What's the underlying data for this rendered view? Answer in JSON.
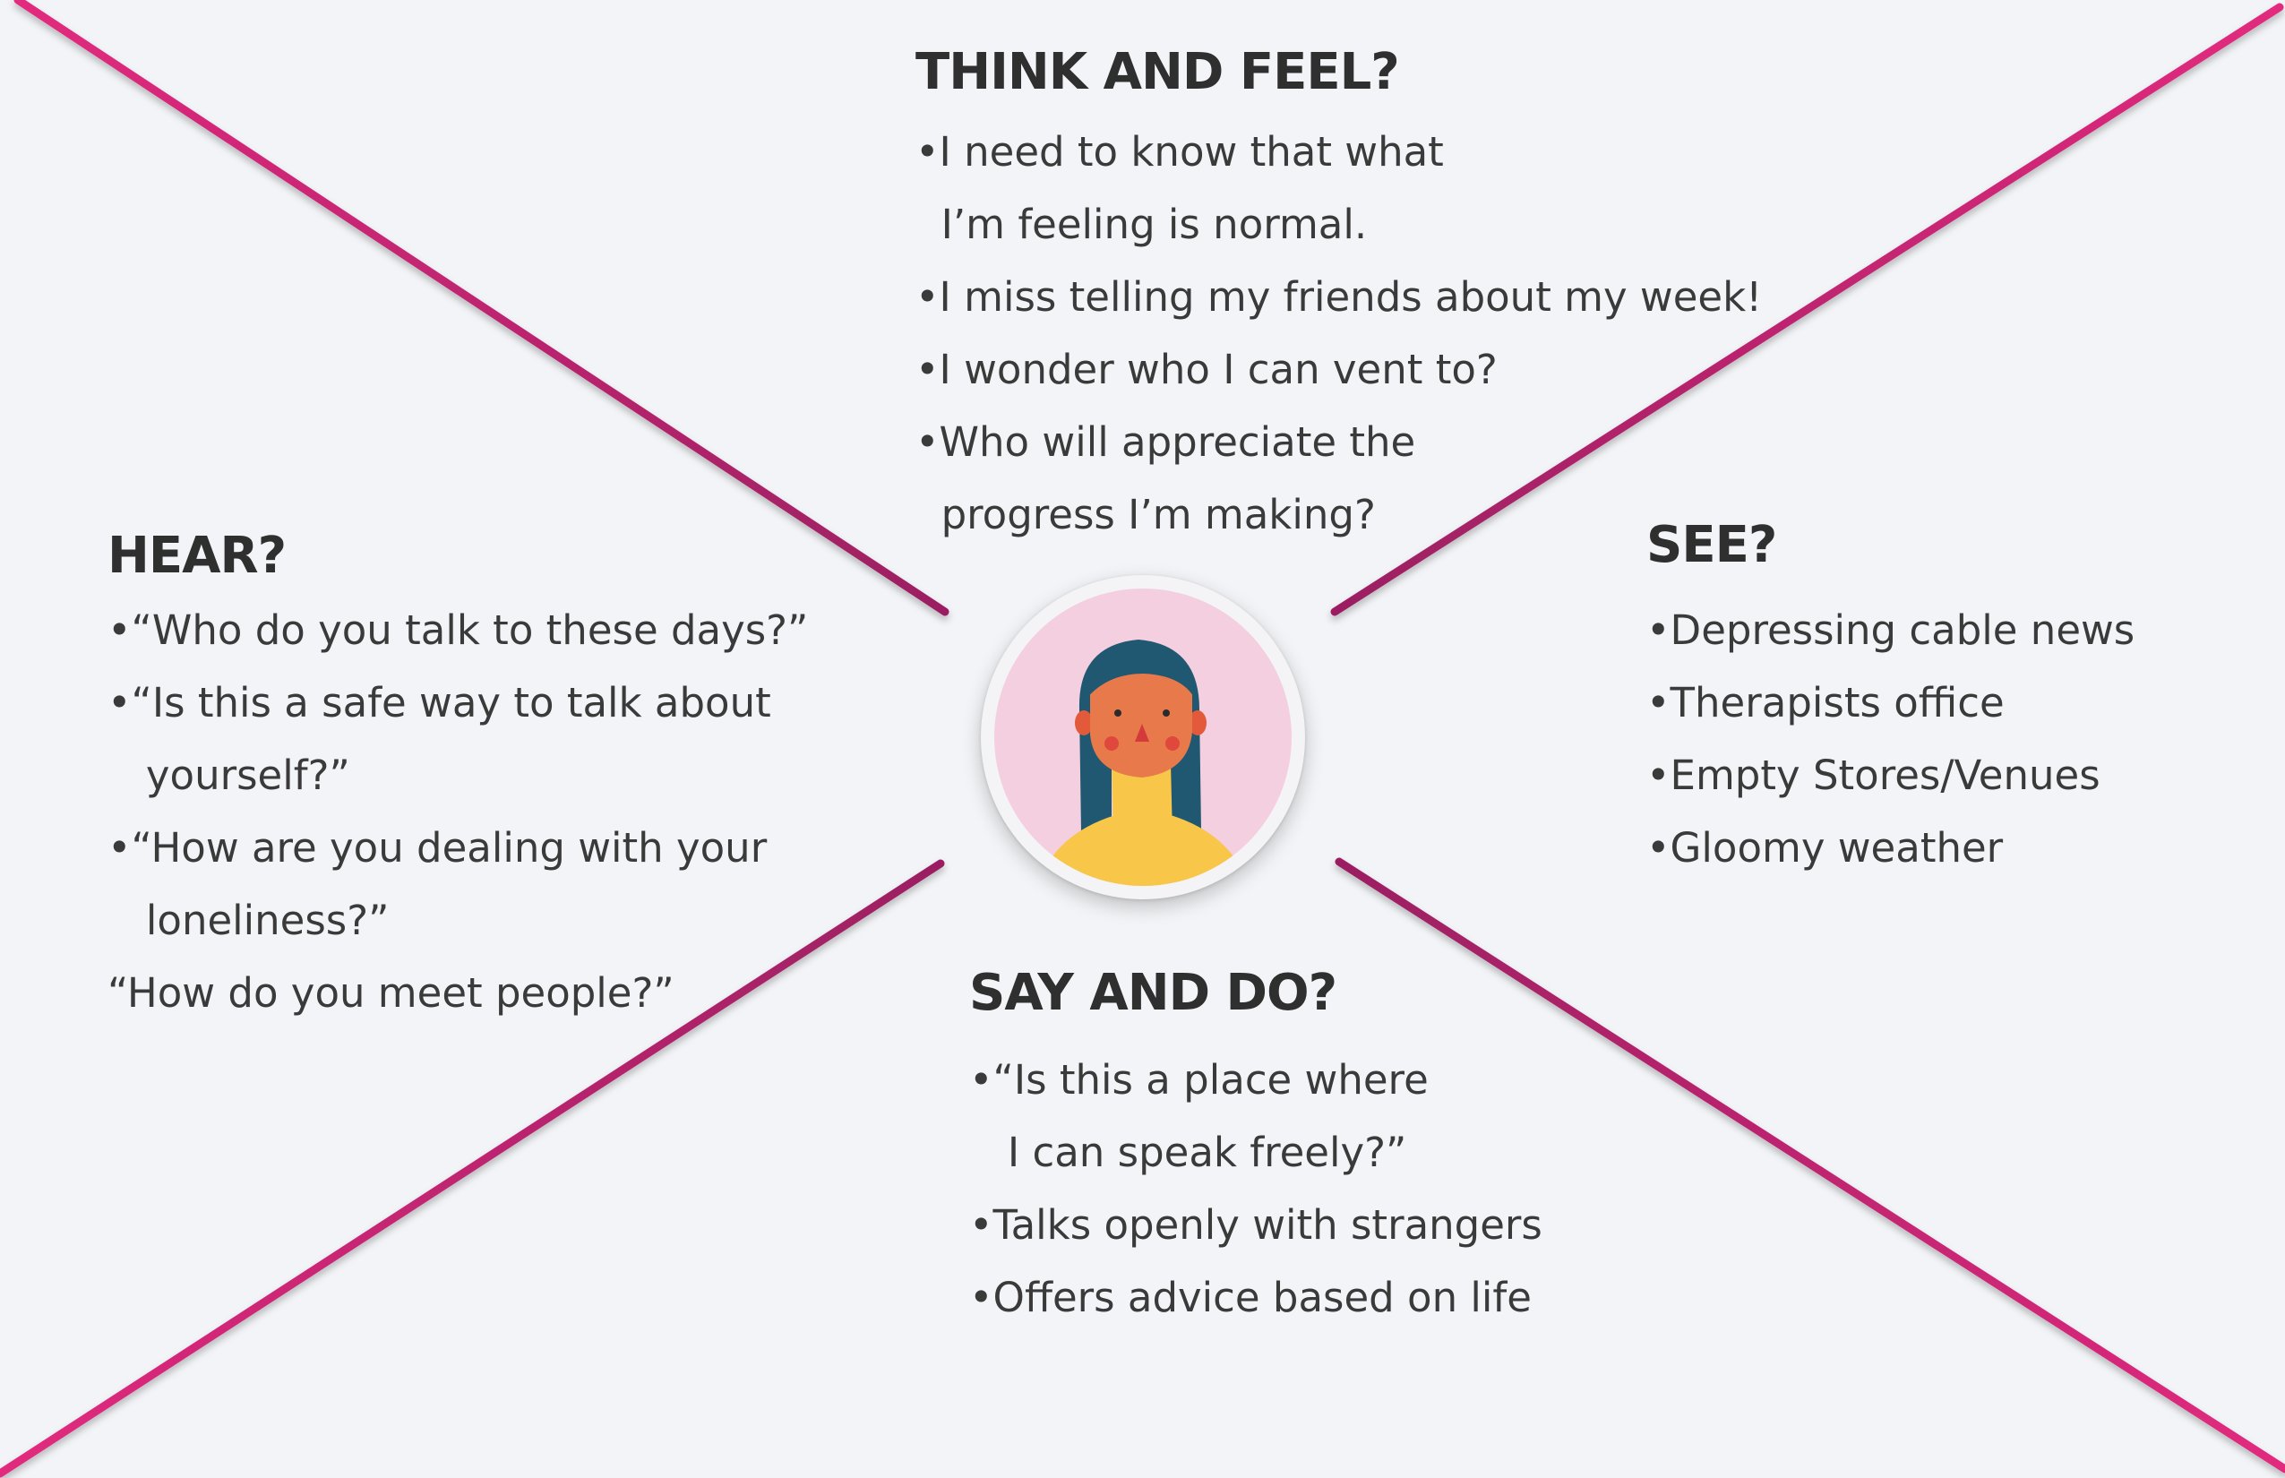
{
  "colors": {
    "line": "#d42a78",
    "line_dark": "#9a1e62",
    "background": "#f3f4f7",
    "avatar_bg": "#f4cfe0",
    "skin": "#e8794a",
    "hair": "#1f5870",
    "shirt": "#f8c74a"
  },
  "think": {
    "title": "THINK AND FEEL?",
    "items": [
      "•I need to know that what",
      "  I’m feeling is normal.",
      "•I miss telling my friends about my week!",
      "•I wonder who I can vent to?",
      "•Who will appreciate the",
      "  progress I’m making?"
    ]
  },
  "hear": {
    "title": "HEAR?",
    "items": [
      "•“Who do you talk to these days?”",
      "•“Is this a safe way to talk about",
      "   yourself?”",
      "•“How are you dealing with your",
      "   loneliness?”",
      "“How do you meet people?”"
    ]
  },
  "see": {
    "title": "SEE?",
    "items": [
      "•Depressing cable news",
      "•Therapists office",
      "•Empty Stores/Venues",
      "•Gloomy weather"
    ]
  },
  "say": {
    "title": "SAY AND DO?",
    "items": [
      "•“Is this a place where",
      "   I can speak freely?”",
      "•Talks openly with strangers",
      "•Offers advice based on life"
    ]
  },
  "persona": {
    "icon": "woman-avatar-icon"
  }
}
